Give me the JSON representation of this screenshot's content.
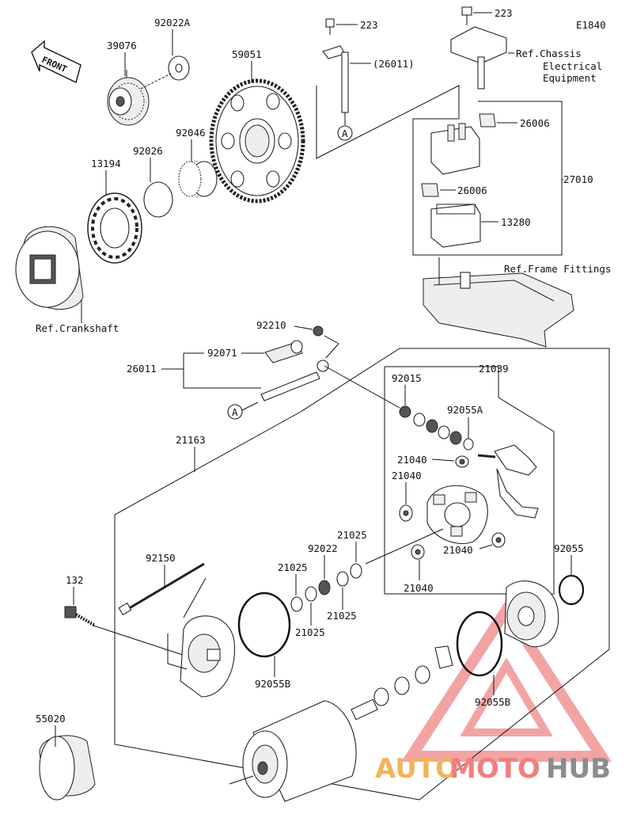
{
  "diagram_code": "E1840",
  "front_label": "FRONT",
  "refs": {
    "chassis_line1": "Ref.Chassis",
    "chassis_line2": "Electrical",
    "chassis_line3": "Equipment",
    "frame": "Ref.Frame Fittings",
    "crankshaft": "Ref.Crankshaft"
  },
  "callout_a": "A",
  "parts": {
    "p39076": "39076",
    "p92022A": "92022A",
    "p59051": "59051",
    "p92046": "92046",
    "p92026": "92026",
    "p13194": "13194",
    "p223a": "223",
    "p223b": "223",
    "p26011a": "(26011)",
    "p26006a": "26006",
    "p26006b": "26006",
    "p27010": "27010",
    "p13280": "13280",
    "p92210": "92210",
    "p92071": "92071",
    "p26011b": "26011",
    "p92015": "92015",
    "p21039": "21039",
    "p92055A": "92055A",
    "p21040a": "21040",
    "p21040b": "21040",
    "p21040c": "21040",
    "p21040d": "21040",
    "p21163": "21163",
    "p21025a": "21025",
    "p21025b": "21025",
    "p21025c": "21025",
    "p21025d": "21025",
    "p92022": "92022",
    "p92150": "92150",
    "p132": "132",
    "p92055": "92055",
    "p92055Ba": "92055B",
    "p92055Bb": "92055B",
    "p55020": "55020"
  },
  "watermark": {
    "part1": "AUTO",
    "part2": "MOTO",
    "part3": "HUB",
    "color1": "#f2b55b",
    "color2": "#f07f7f",
    "color3": "#8c8c8c"
  }
}
